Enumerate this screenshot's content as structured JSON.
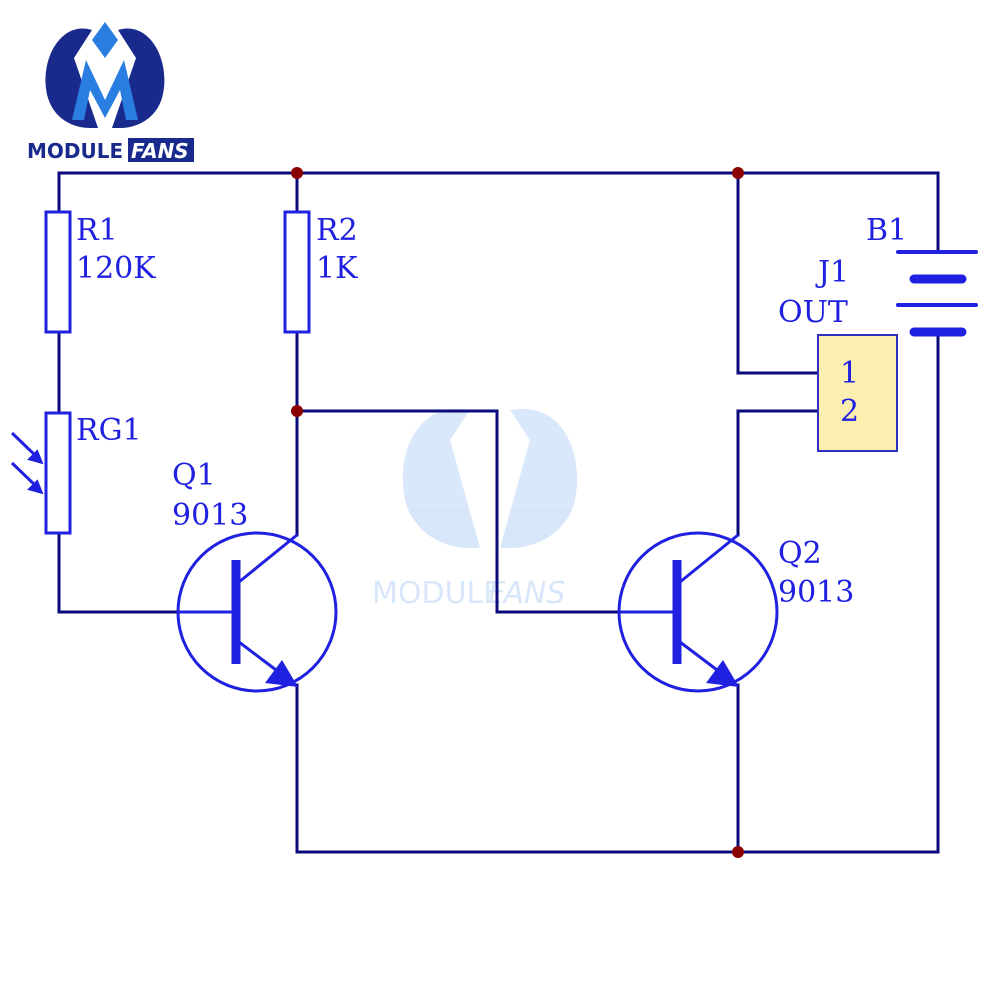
{
  "brand": {
    "name_part1": "MODULE",
    "name_part2": "FANS",
    "color_dark": "#1a2a8c",
    "color_light": "#2a7de1"
  },
  "watermark": {
    "part1": "MODULE",
    "part2": "FANS"
  },
  "colors": {
    "wire": "#0a0a7a",
    "component": "#2020e0",
    "junction": "#8b0000",
    "connector_fill": "#fbefb0",
    "connector_stroke": "#3030c0"
  },
  "components": {
    "r1": {
      "ref": "R1",
      "value": "120K"
    },
    "r2": {
      "ref": "R2",
      "value": "1K"
    },
    "rg1": {
      "ref": "RG1"
    },
    "q1": {
      "ref": "Q1",
      "value": "9013"
    },
    "q2": {
      "ref": "Q2",
      "value": "9013"
    },
    "b1": {
      "ref": "B1"
    },
    "j1": {
      "ref": "J1",
      "value": "OUT",
      "pin1": "1",
      "pin2": "2"
    }
  }
}
